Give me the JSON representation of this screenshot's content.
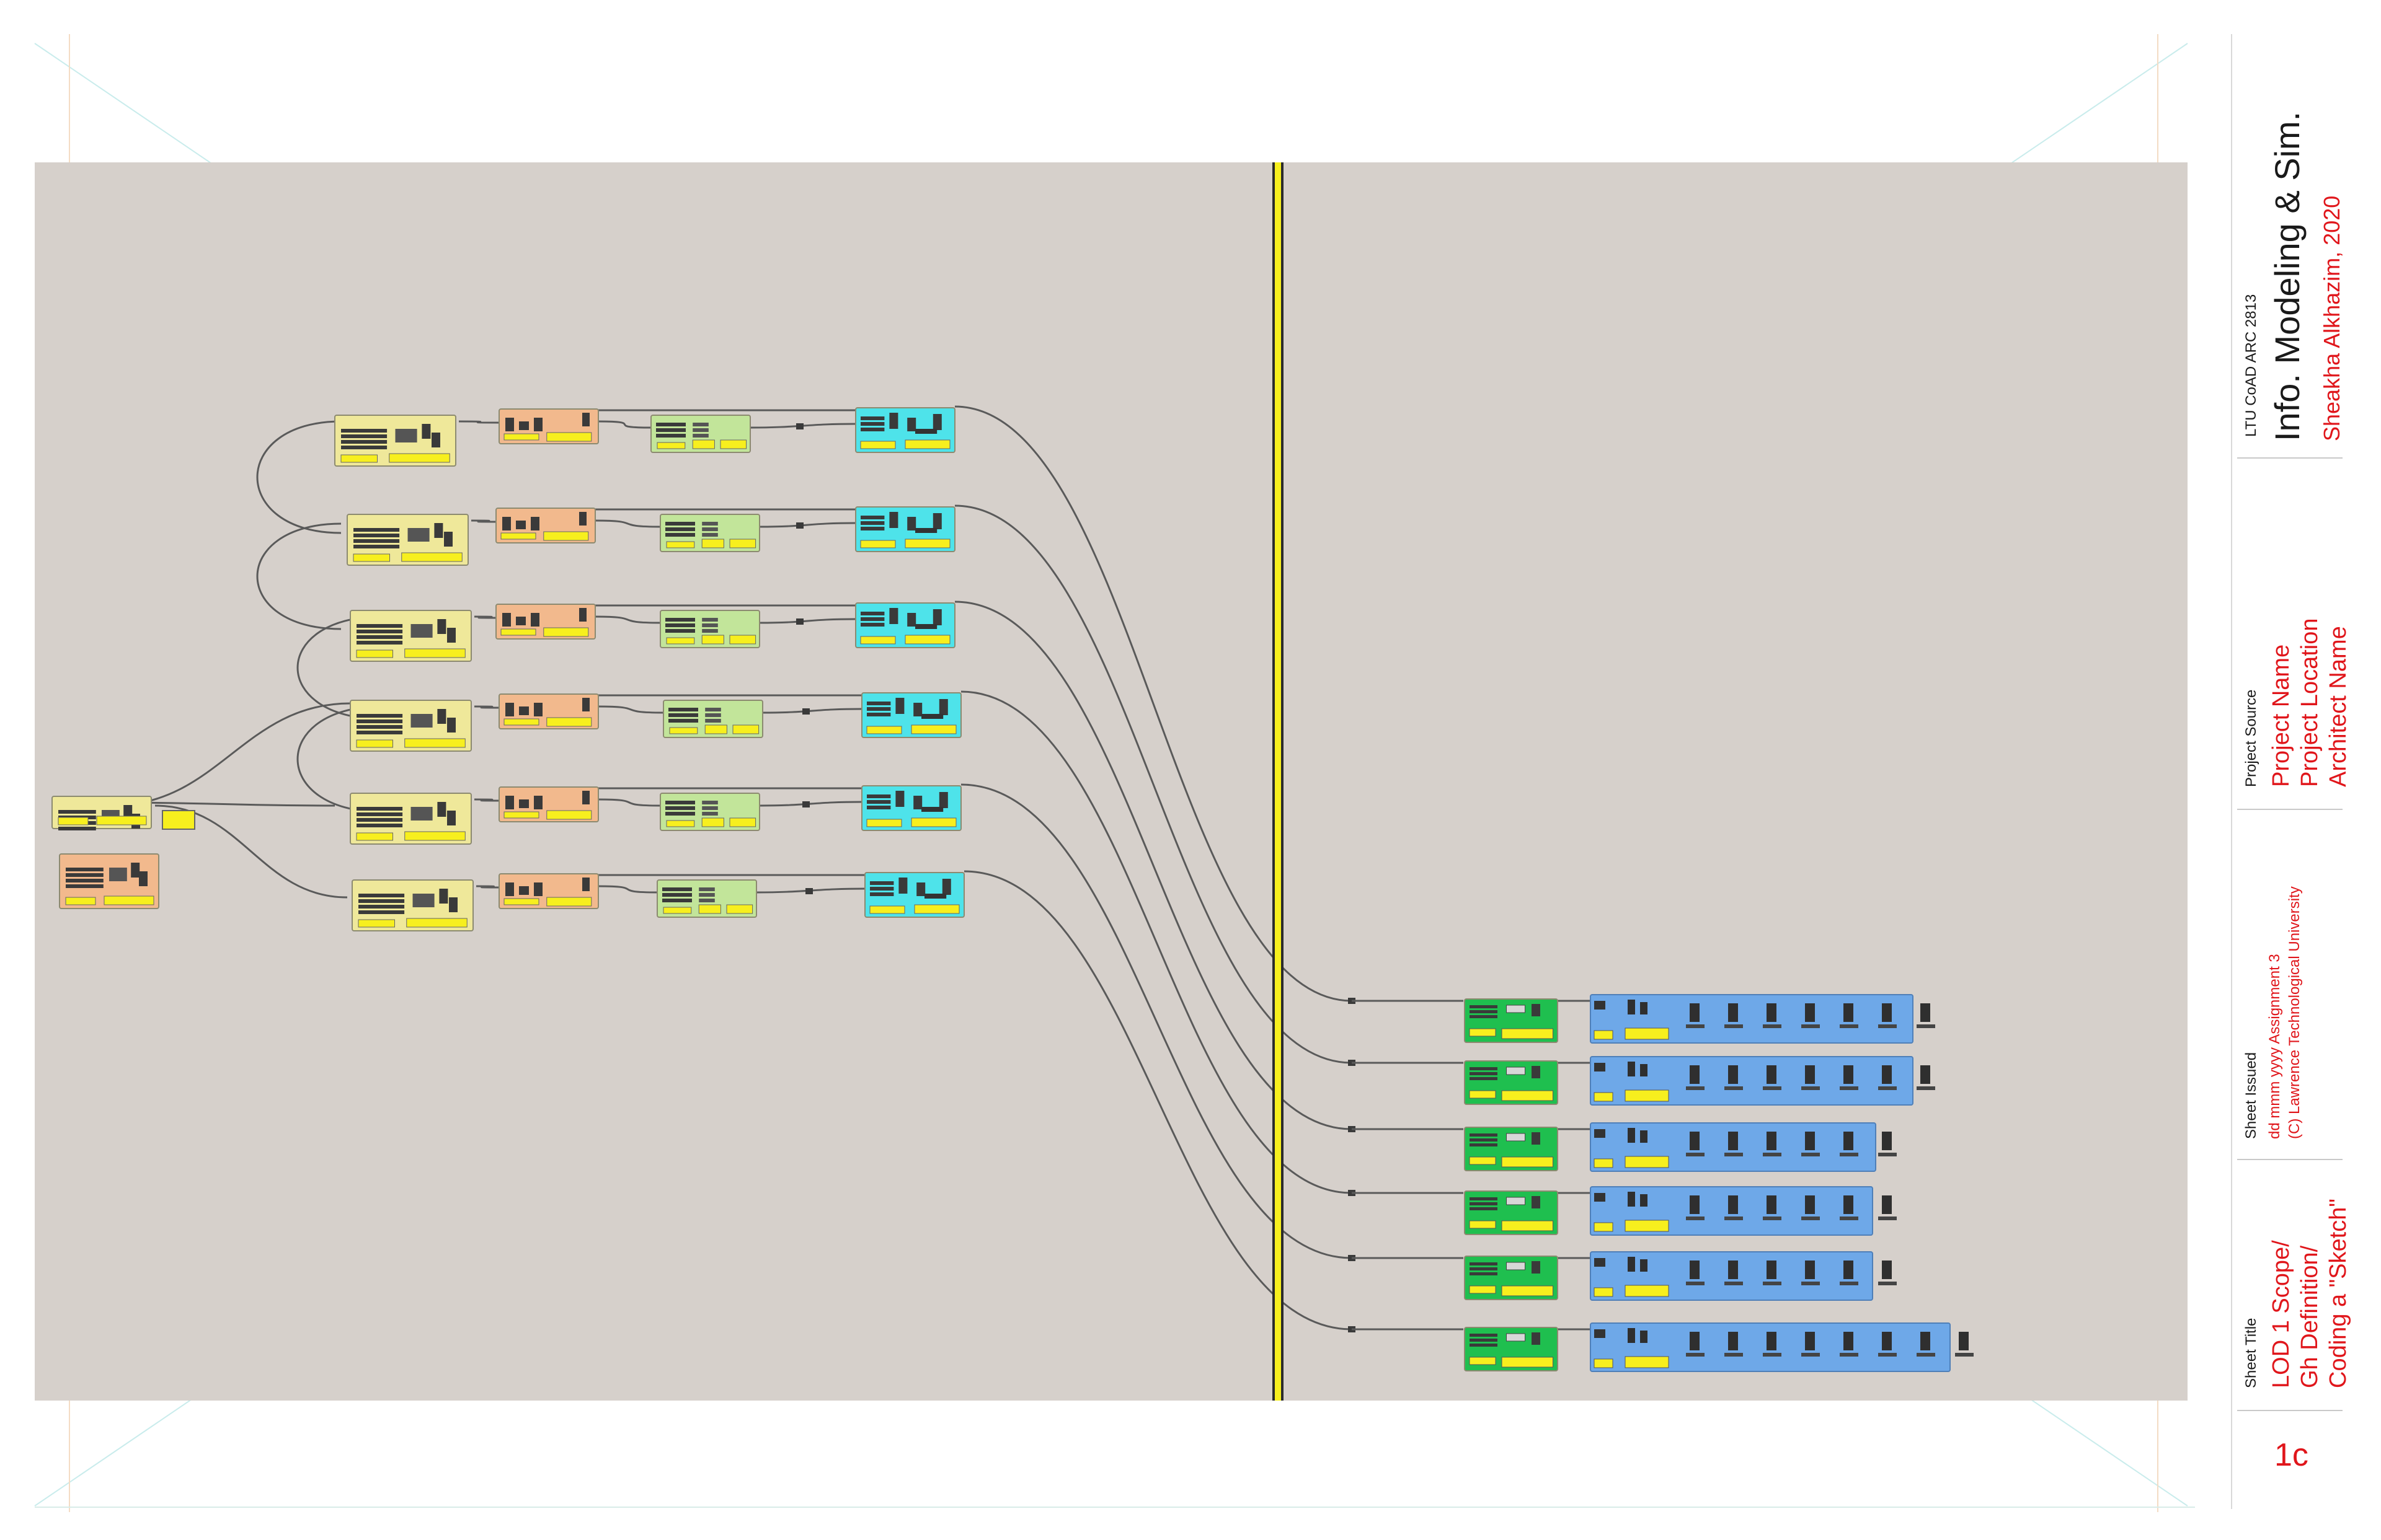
{
  "title_block": {
    "course": "LTU CoAD ARC 2813",
    "course_title": "Info. Modeling & Sim.",
    "author": "Sheakha Alkhazim, 2020",
    "project_source_label": "Project Source",
    "project_name": "Project Name",
    "project_location": "Project Location",
    "architect_name": "Architect Name",
    "sheet_issued_label": "Sheet Issued",
    "issue_line": "dd mmm yyyy  Assignment 3",
    "copyright": "(C) Lawrence Technological University",
    "sheet_title_label": "Sheet Title",
    "sheet_title_1": "LOD 1 Scope/",
    "sheet_title_2": "Gh Definition/",
    "sheet_title_3": "Coding a \"Sketch\"",
    "sheet_number": "1c"
  },
  "colors": {
    "canvas": "#d6d0cb",
    "group_yellow": "#efe89a",
    "group_orange": "#f2b98d",
    "group_light_green": "#c2e59a",
    "group_cyan": "#4ee3ea",
    "group_green": "#1fbf4f",
    "group_blue": "#6ea8e8",
    "panel_yellow": "#f7ef1e",
    "wire": "#5a5a5a",
    "accent_red": "#e0161b"
  }
}
